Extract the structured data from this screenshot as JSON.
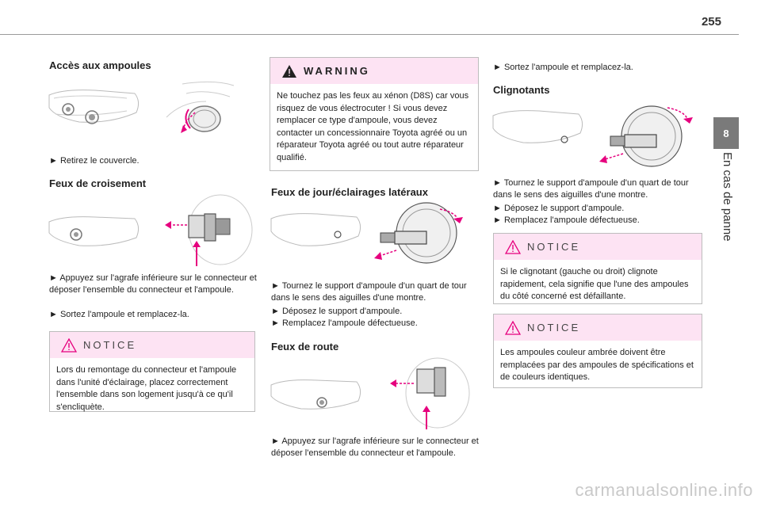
{
  "page": {
    "number": "255"
  },
  "chapter": {
    "number": "8",
    "title": "En cas de panne"
  },
  "col1": {
    "heading1": "Accès aux ampoules",
    "step1": "► Retirez le couvercle.",
    "heading2": "Feux de croisement",
    "step2": "► Appuyez sur l'agrafe inférieure sur le connecteur et déposer l'ensemble du connecteur et l'ampoule.",
    "step3": "► Sortez l'ampoule et remplacez-la.",
    "notice": {
      "label": "NOTICE",
      "text": "Lors du remontage du connecteur et l'ampoule dans l'unité d'éclairage, placez correctement l'ensemble dans son logement jusqu'à ce qu'il s'encliquète."
    }
  },
  "col2": {
    "warning": {
      "label": "WARNING",
      "text": "Ne touchez pas les feux au xénon (D8S) car vous risquez de vous électrocuter ! Si vous devez remplacer ce type d'ampoule, vous devez contacter un concessionnaire Toyota agréé ou un réparateur Toyota agréé ou tout autre réparateur qualifié."
    },
    "heading1": "Feux de jour/éclairages latéraux",
    "step1": "► Tournez le support d'ampoule d'un quart de tour dans le sens des aiguilles d'une montre.",
    "step2": "► Déposez le support d'ampoule.",
    "step3": "► Remplacez l'ampoule défectueuse.",
    "heading2": "Feux de route",
    "step4": "► Appuyez sur l'agrafe inférieure sur le connecteur et déposer l'ensemble du connecteur et l'ampoule."
  },
  "col3": {
    "step0": "► Sortez l'ampoule et remplacez-la.",
    "heading1": "Clignotants",
    "step1": "► Tournez le support d'ampoule d'un quart de tour dans le sens des aiguilles d'une montre.",
    "step2": "► Déposez le support d'ampoule.",
    "step3": "► Remplacez l'ampoule défectueuse.",
    "notice1": {
      "label": "NOTICE",
      "text": "Si le clignotant (gauche ou droit) clignote rapidement, cela signifie que l'une des ampoules du côté concerné est défaillante."
    },
    "notice2": {
      "label": "NOTICE",
      "text": "Les ampoules couleur ambrée doivent être remplacées par des ampoules de spécifications et de couleurs identiques."
    }
  },
  "watermark": "carmanualsonline.info",
  "colors": {
    "accent_pink": "#e6007e",
    "header_pink": "#fde3f3",
    "tab_gray": "#7a7a7a"
  }
}
